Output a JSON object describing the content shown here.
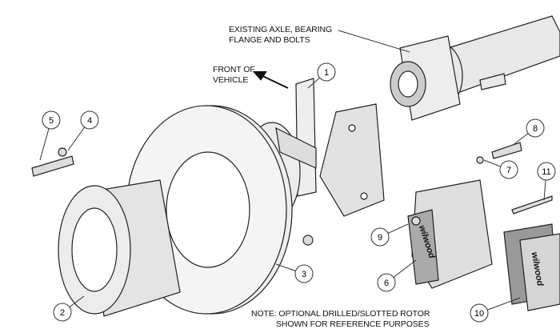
{
  "labels": {
    "axle_line1": "EXISTING AXLE, BEARING",
    "axle_line2": "FLANGE AND BOLTS",
    "front_line1": "FRONT OF",
    "front_line2": "VEHICLE",
    "note_line1": "NOTE: OPTIONAL DRILLED/SLOTTED ROTOR",
    "note_line2": "SHOWN FOR REFERENCE PURPOSES",
    "caliper_brand": "wilwood",
    "pad_brand": "wilwood"
  },
  "callouts": [
    "1",
    "2",
    "3",
    "4",
    "5",
    "6",
    "7",
    "8",
    "9",
    "10",
    "11"
  ],
  "colors": {
    "line": "#222222",
    "fill": "#e6e6e6",
    "dark": "#555555"
  }
}
